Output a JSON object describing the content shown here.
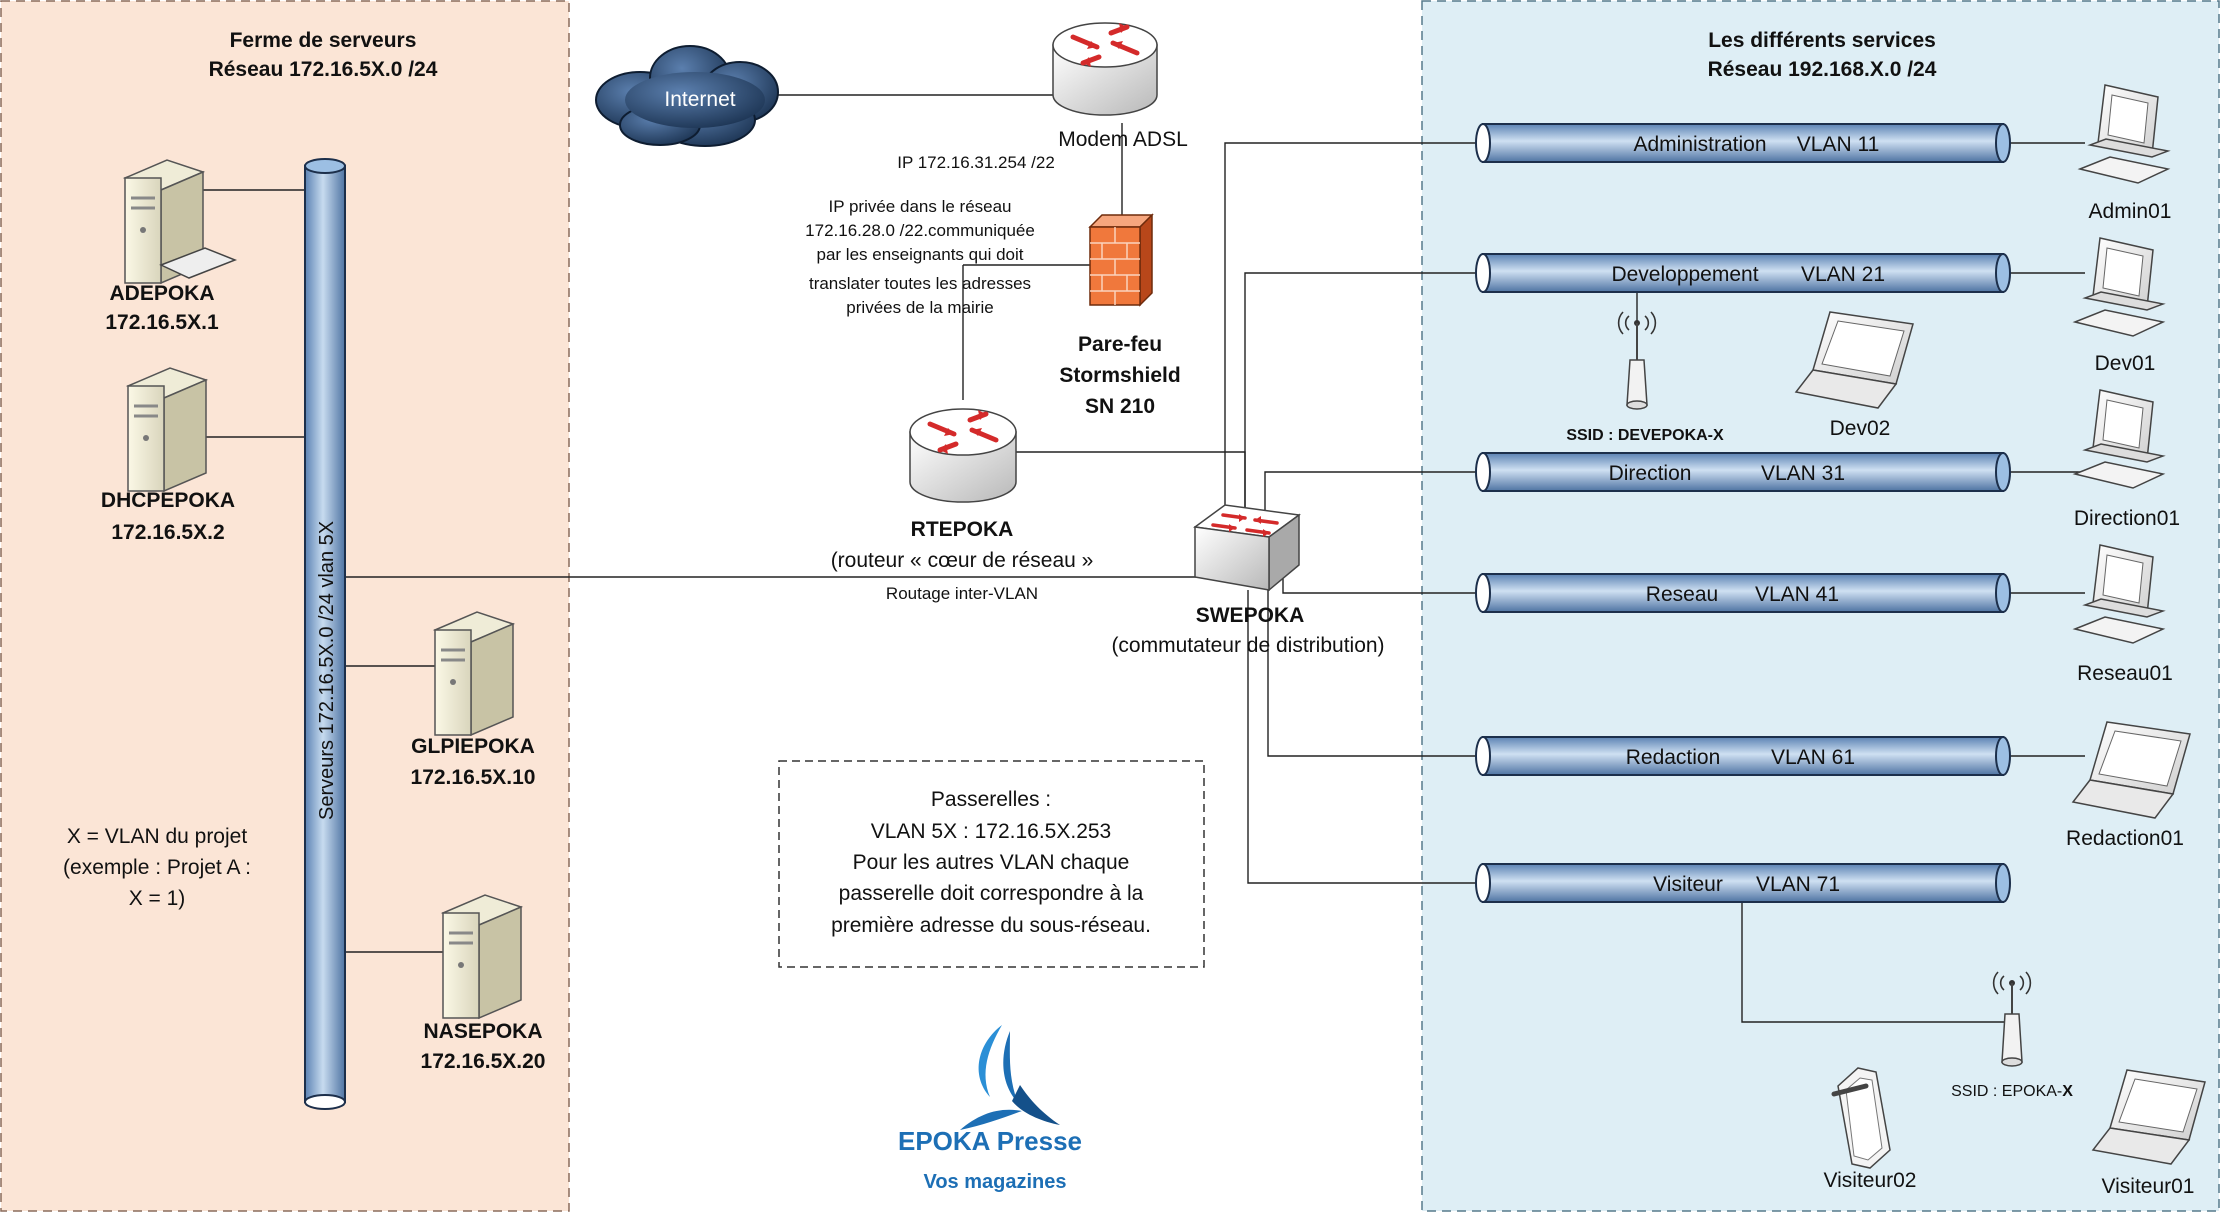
{
  "left_zone": {
    "title": "Ferme de serveurs",
    "subtitle": "Réseau 172.16.5X.0 /24"
  },
  "right_zone": {
    "title": "Les différents services",
    "subtitle": "Réseau  192.168.X.0 /24"
  },
  "server_bus_label": "Serveurs  172.16.5X.0 /24   vlan 5X",
  "servers": [
    {
      "name": "ADEPOKA",
      "ip": "172.16.5X.1"
    },
    {
      "name": "DHCPEPOKA",
      "ip": "172.16.5X.2"
    },
    {
      "name": "GLPIEPOKA",
      "ip": "172.16.5X.10"
    },
    {
      "name": "NASEPOKA",
      "ip": "172.16.5X.20"
    }
  ],
  "x_note": [
    "X = VLAN du projet",
    "(exemple : Projet A :",
    "X = 1)"
  ],
  "internet_label": "Internet",
  "modem": {
    "label": "Modem ADSL",
    "ip": "IP 172.16.31.254 /22"
  },
  "private_ip_note": [
    "IP privée dans le réseau",
    "172.16.28.0 /22.communiquée",
    "par les enseignants qui doit",
    "translater toutes les adresses",
    "privées de la mairie"
  ],
  "firewall": {
    "line1": "Pare-feu",
    "line2": "Stormshield",
    "line3": "SN 210"
  },
  "router": {
    "name": "RTEPOKA",
    "desc": "(routeur « cœur de réseau »",
    "routing": "Routage inter-VLAN"
  },
  "switch": {
    "name": "SWEPOKA",
    "desc": "(commutateur de distribution)"
  },
  "gateways": [
    "Passerelles :",
    "VLAN 5X : 172.16.5X.253",
    "Pour les autres VLAN chaque",
    "passerelle doit correspondre à la",
    "première adresse du sous-réseau."
  ],
  "vlans": [
    {
      "name": "Administration",
      "vlan": "VLAN 11"
    },
    {
      "name": "Developpement",
      "vlan": "VLAN 21"
    },
    {
      "name": "Direction",
      "vlan": "VLAN 31"
    },
    {
      "name": "Reseau",
      "vlan": "VLAN 41"
    },
    {
      "name": "Redaction",
      "vlan": "VLAN 61"
    },
    {
      "name": "Visiteur",
      "vlan": "VLAN 71"
    }
  ],
  "clients": {
    "admin01": "Admin01",
    "dev01": "Dev01",
    "dev02": "Dev02",
    "direction01": "Direction01",
    "reseau01": "Reseau01",
    "redaction01": "Redaction01",
    "visiteur01": "Visiteur01",
    "visiteur02": "Visiteur02"
  },
  "ssid_dev": {
    "prefix": "SSID : DEVEPOKA-",
    "suffix": "X"
  },
  "ssid_visitor": {
    "prefix": "SSID : EPOKA-",
    "suffix": "X"
  },
  "logo": {
    "name": "EPOKA Presse",
    "tagline": "Vos magazines"
  },
  "colors": {
    "left_zone_bg": "#fbe5d6",
    "right_zone_bg": "#deeef5",
    "bus_blue": "#8fb4da",
    "firewall_orange": "#f0783c",
    "router_red": "#d42a2a",
    "logo_blue": "#1d6fb5"
  }
}
